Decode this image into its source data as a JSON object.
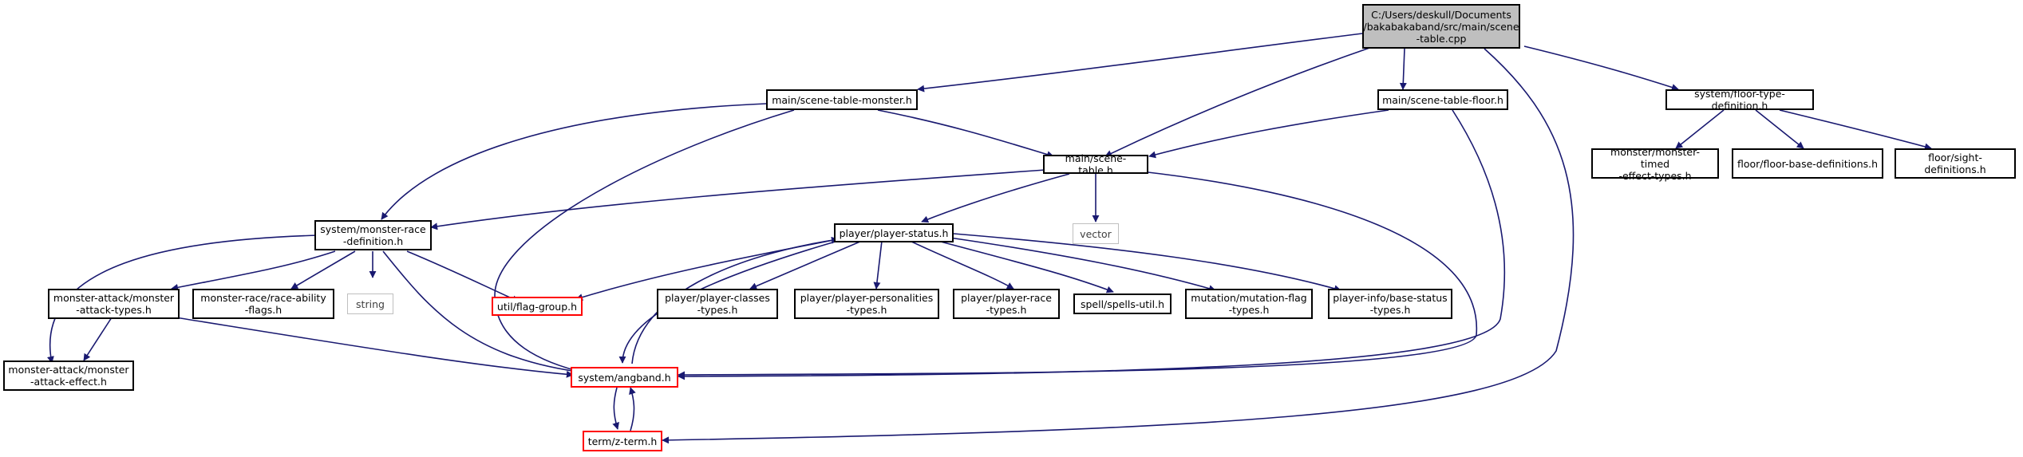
{
  "colors": {
    "edge": "#191970",
    "focus_fill": "#bfbfbf",
    "truncated_border": "#ff0000",
    "external_border": "#bfbfbf"
  },
  "nodes": {
    "root": "C:/Users/deskull/Documents\n/bakabakaband/src/main/scene\n-table.cpp",
    "scene_table_monster": "main/scene-table-monster.h",
    "scene_table_floor": "main/scene-table-floor.h",
    "floor_type_definition": "system/floor-type-definition.h",
    "scene_table": "main/scene-table.h",
    "monster_timed_effect": "monster/monster-timed\n-effect-types.h",
    "floor_base_definitions": "floor/floor-base-definitions.h",
    "sight_definitions": "floor/sight-definitions.h",
    "monster_race_definition": "system/monster-race\n-definition.h",
    "vector": "vector",
    "player_status": "player/player-status.h",
    "monster_attack_types": "monster-attack/monster\n-attack-types.h",
    "race_ability_flags": "monster-race/race-ability\n-flags.h",
    "string": "string",
    "flag_group": "util/flag-group.h",
    "player_classes": "player/player-classes\n-types.h",
    "player_personalities": "player/player-personalities\n-types.h",
    "player_race": "player/player-race\n-types.h",
    "spells_util": "spell/spells-util.h",
    "mutation_flag": "mutation/mutation-flag\n-types.h",
    "base_status": "player-info/base-status\n-types.h",
    "monster_attack_effect": "monster-attack/monster\n-attack-effect.h",
    "angband": "system/angband.h",
    "z_term": "term/z-term.h"
  }
}
